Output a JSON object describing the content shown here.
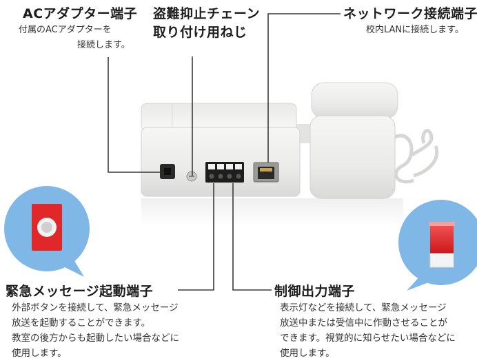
{
  "ac": {
    "title": "ACアダプター端子",
    "desc": [
      "付属のACアダプターを",
      "接続します。"
    ]
  },
  "theft": {
    "title": [
      "盗難抑止チェーン",
      "取り付け用ねじ"
    ]
  },
  "network": {
    "title": "ネットワーク接続端子",
    "desc": "校内LANに接続します。"
  },
  "emergency": {
    "title": "緊急メッセージ起動端子",
    "desc": [
      "外部ボタンを接続して、緊急メッセージ",
      "放送を起動することができます。",
      "教室の後方からも起動したい場合などに",
      "使用します。"
    ]
  },
  "control": {
    "title": "制御出力端子",
    "desc": [
      "表示灯などを接続して、緊急メッセージ",
      "放送中または受信中に作動させることが",
      "できます。視覚的に知らせたい場合などに",
      "使用します。"
    ]
  },
  "colors": {
    "bubble": "#7fb8e6",
    "accent_red": "#e0272a",
    "device": "#efefee",
    "leader": "#3a3a3a"
  },
  "icons": {
    "left_bubble": "emergency-button-icon",
    "right_bubble": "warning-lamp-icon"
  }
}
